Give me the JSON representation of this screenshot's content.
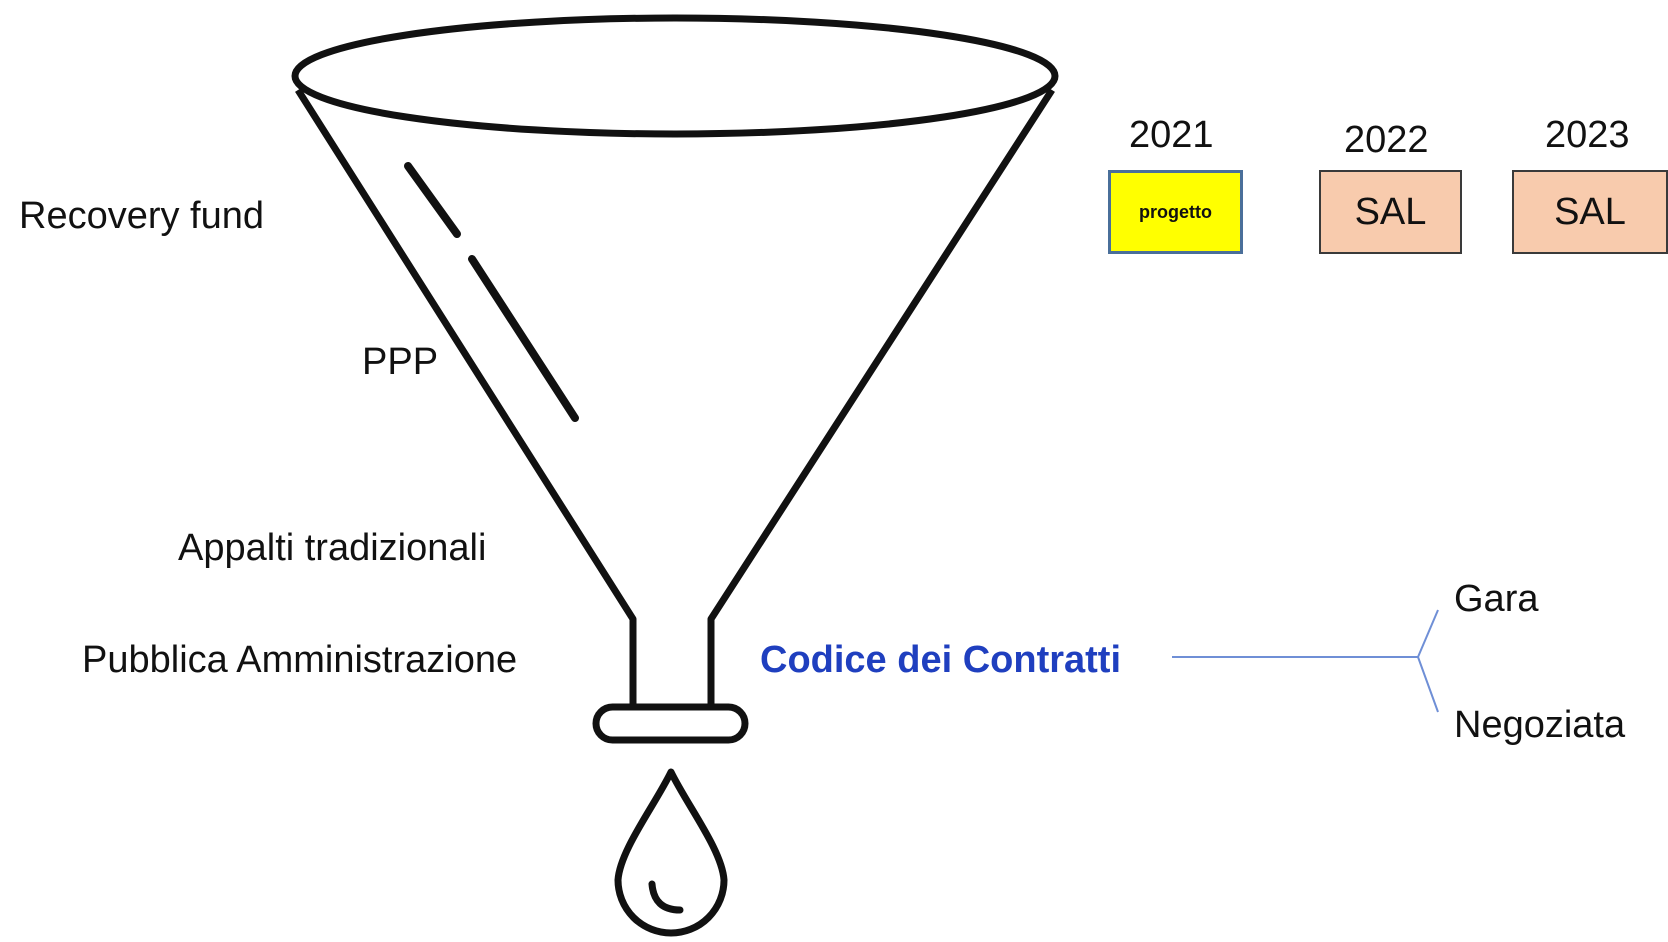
{
  "funnel_labels": {
    "recovery_fund": "Recovery fund",
    "ppp": "PPP",
    "appalti": "Appalti tradizionali",
    "pubblica": "Pubblica Amministrazione"
  },
  "code": {
    "label": "Codice dei Contratti",
    "color": "#1f3fbf",
    "line_color": "#6f8fd6"
  },
  "branches": {
    "gara": "Gara",
    "negoziata": "Negoziata"
  },
  "timeline": [
    {
      "year": "2021",
      "box_label": "progetto",
      "box_color": "#ffff00"
    },
    {
      "year": "2022",
      "box_label": "SAL",
      "box_color": "#f8cbad"
    },
    {
      "year": "2023",
      "box_label": "SAL",
      "box_color": "#f8cbad"
    }
  ],
  "icons": {
    "funnel": "funnel-icon",
    "drop": "water-drop-icon"
  }
}
